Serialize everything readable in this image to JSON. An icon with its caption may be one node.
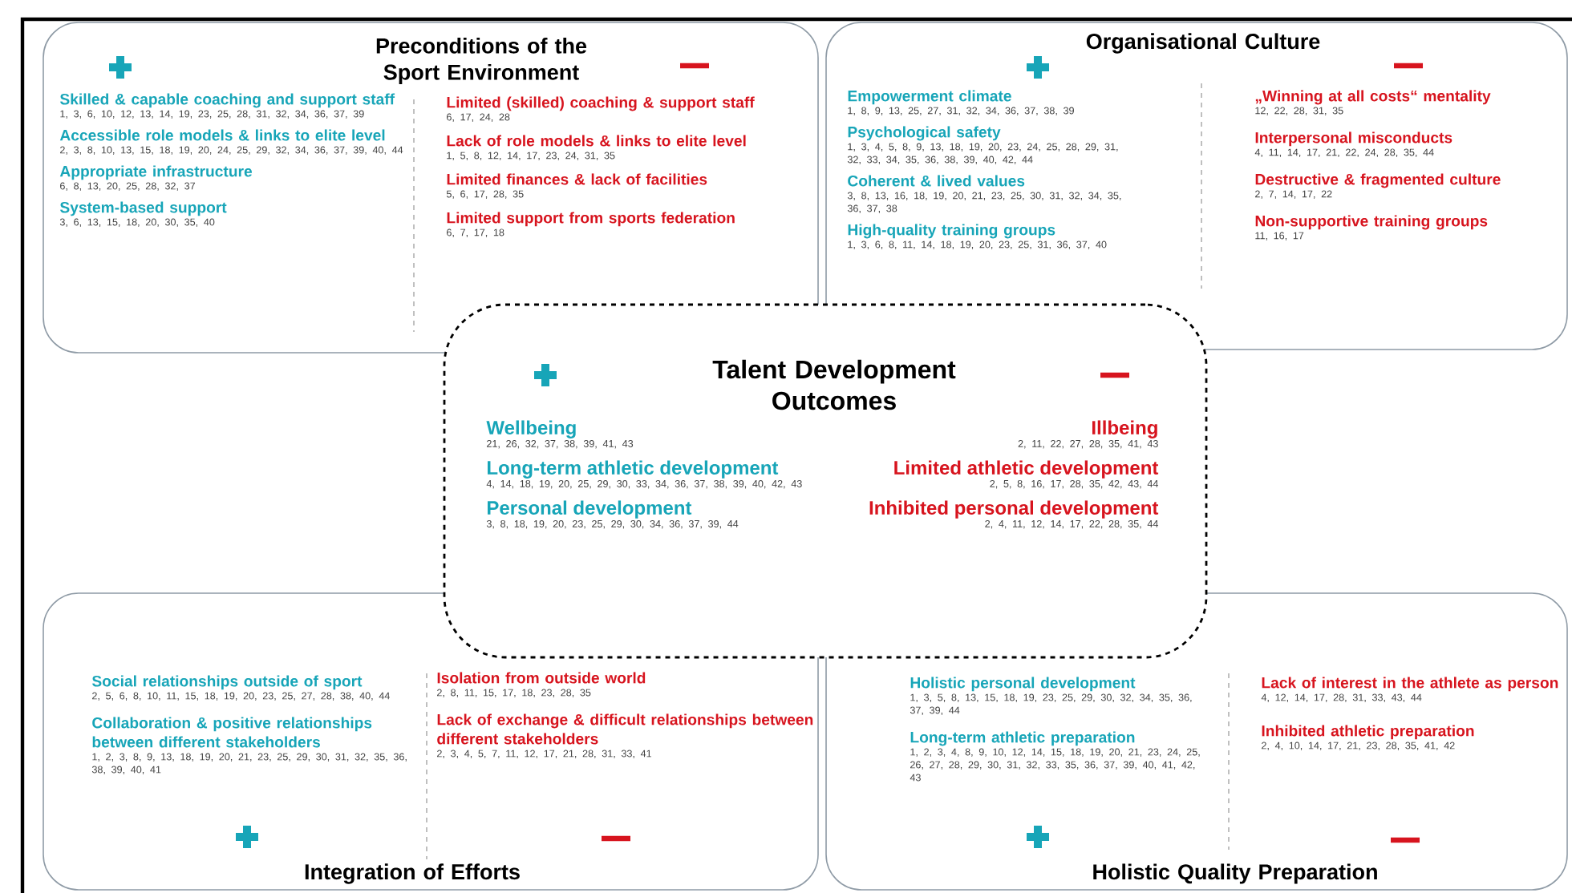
{
  "diagram": {
    "nodes": [
      {
        "text": [
          "Preconditions of the Sport Environment",
          "Skilled & capable coaching and support staff",
          "1, 3, 6, 10, 12, 13, 14, 19, 23, 25, 28, 31, 32, 34, 36, 37, 39",
          "Accessible role models & links to elite level",
          "2, 3, 8, 10, 13, 15, 18, 19, 20, 24, 25, 29, 32, 34, 36, 37, 39, 40, 44",
          "Appropriate infrastructure",
          "6, 8, 13, 20, 25, 28, 32, 37",
          "System-based support",
          "3, 6, 13, 15, 18, 20, 30, 35, 40",
          "Limited (skilled) coaching & support staff",
          "6, 17, 24, 28",
          "Lack of role models & links to elite level",
          "1, 5, 8, 12, 14, 17, 23, 24, 31, 35",
          "Limited finances & lack of facilities",
          "5, 6, 17, 28, 35",
          "Limited support from sports federation",
          "6, 7, 17, 18"
        ]
      },
      {
        "text": [
          "Organisational Culture",
          "Empowerment climate",
          "1, 8, 9, 13, 25, 27, 31, 32, 34, 36, 37, 38, 39",
          "Psychological safety",
          "1, 3, 4, 5, 8, 9, 13, 18, 19, 20, 23, 24, 25, 28, 29, 31, 32, 33, 34, 35, 36, 38, 39, 40, 42, 44",
          "Coherent & lived values",
          "3, 8, 13, 16, 18, 19, 20, 21, 23, 25, 30, 31, 32, 34, 35, 36, 37, 38",
          "High-quality training groups",
          "1, 3, 6, 8, 11, 14, 18, 19, 20, 23, 25, 31, 36, 37, 40",
          "„Winning at all costs“ mentality",
          "12, 22, 28, 31, 35",
          "Interpersonal misconducts",
          "4, 11, 14, 17, 21, 22, 24, 28, 35, 44",
          "Destructive & fragmented culture",
          "2, 7, 14, 17, 22",
          "Non-supportive training groups",
          "11, 16, 17"
        ]
      },
      {
        "text": [
          "Talent Development Outcomes",
          "Wellbeing",
          "21, 26, 32, 37, 38, 39, 41, 43",
          "Long-term athletic development",
          "4, 14, 18, 19, 20, 25, 29, 30, 33, 34, 36, 37, 38, 39, 40, 42, 43",
          "Personal development",
          "3, 8, 18, 19, 20, 23, 25, 29, 30, 34, 36, 37, 39, 44",
          "Illbeing",
          "2, 11, 22, 27, 28, 35, 41, 43",
          "Limited athletic development",
          "2, 5, 8, 16, 17, 28, 35, 42, 43, 44",
          "Inhibited personal development",
          "2, 4, 11, 12, 14, 17, 22, 28, 35, 44"
        ]
      },
      {
        "text": [
          "Integration of Efforts",
          "Social relationships outside of sport",
          "2, 5, 6, 8, 10, 11, 15, 18, 19, 20, 23, 25, 27, 28, 38, 40, 44",
          "Collaboration & positive relationships between different stakeholders",
          "1, 2, 3, 8, 9, 13, 18, 19, 20, 21, 23, 25, 29, 30, 31, 32, 35, 36, 38, 39, 40, 41",
          "Isolation from outside world",
          "2, 8, 11, 15, 17, 18, 23, 28, 35",
          "Lack of exchange & difficult relationships between different stakeholders",
          "2, 3, 4, 5, 7, 11, 12, 17, 21, 28, 31, 33, 41"
        ]
      },
      {
        "text": [
          "Holistic Quality Preparation",
          "Holistic personal development",
          "1, 3, 5, 8, 13, 15, 18, 19, 23, 25, 29, 30, 32, 34, 35, 36, 37, 39, 44",
          "Long-term athletic preparation",
          "1, 2, 3, 4, 8, 9, 10, 12, 14, 15, 18, 19, 20, 21, 23, 24, 25, 26, 27, 28, 29, 30, 31, 32, 33, 35, 36, 37, 39, 40, 41, 42, 43",
          "Lack of interest in the athlete as person",
          "4, 12, 14, 17, 28, 31, 33, 43, 44",
          "Inhibited athletic preparation",
          "2, 4, 10, 14, 17, 21, 23, 28, 35, 41, 42"
        ]
      }
    ]
  }
}
